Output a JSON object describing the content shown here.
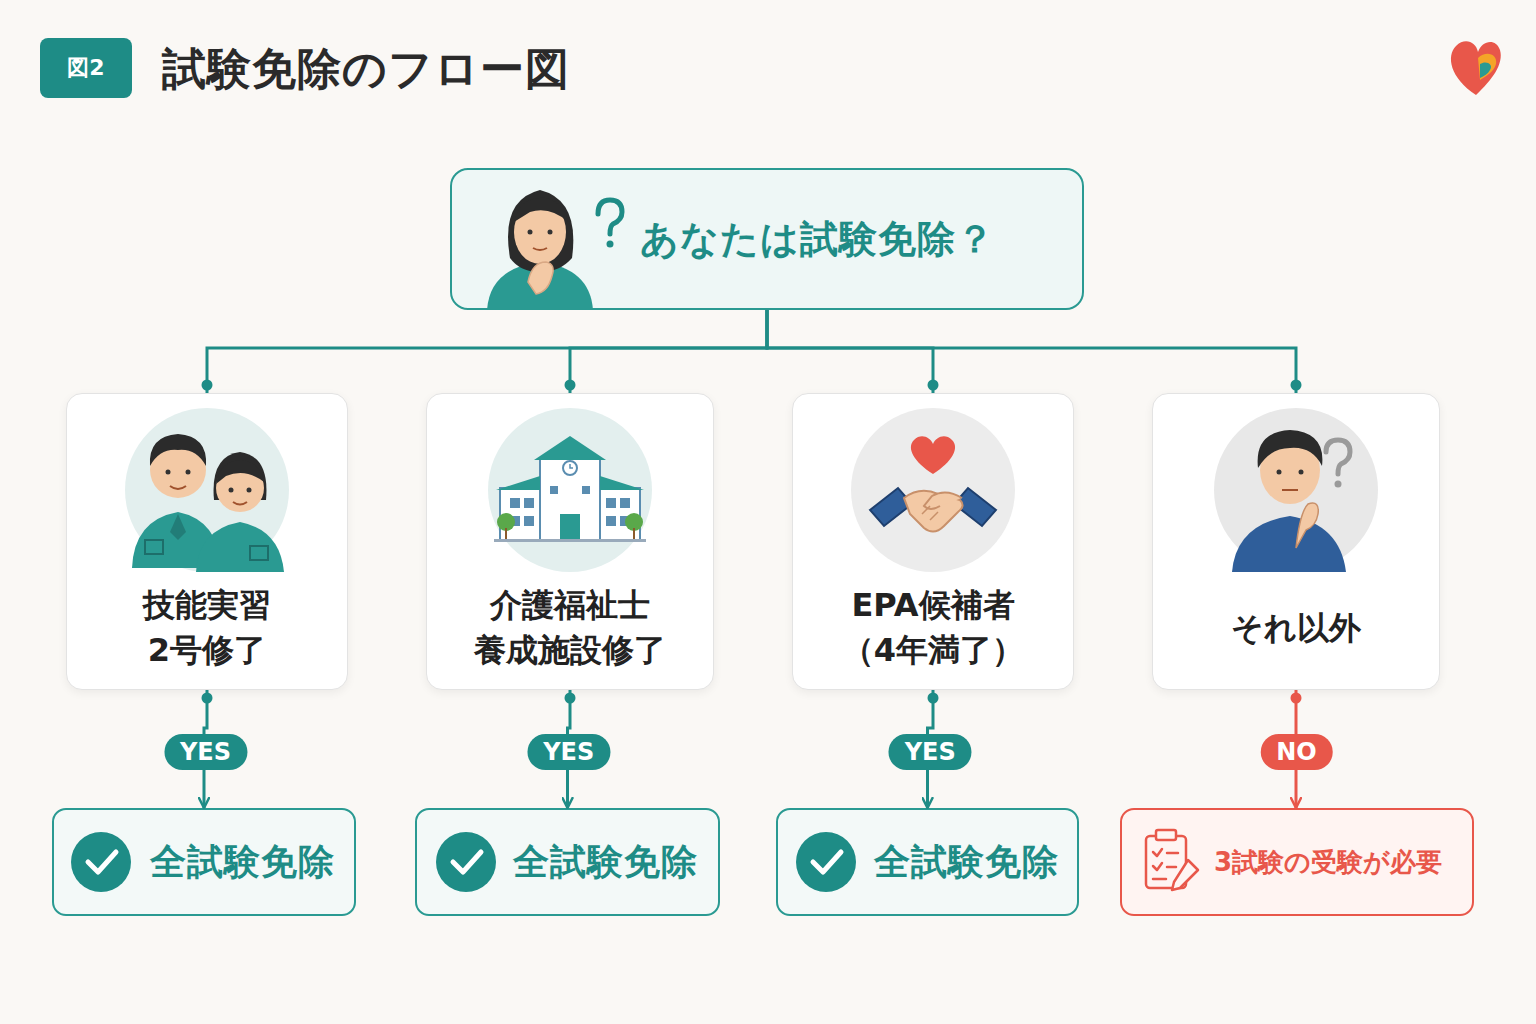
{
  "diagram": {
    "title": "試験免除のフロー図",
    "nodes": [
      {
        "text": [
          "図2"
        ]
      },
      {
        "text": [
          "あなたは試験免除？"
        ]
      },
      {
        "text": [
          "技能実習 2号修了"
        ]
      },
      {
        "text": [
          "介護福祉士 養成施設修了"
        ]
      },
      {
        "text": [
          "EPA候補者 （4年満了）"
        ]
      },
      {
        "text": [
          "それ以外"
        ]
      },
      {
        "text": [
          "全試験免除"
        ]
      },
      {
        "text": [
          "全試験免除"
        ]
      },
      {
        "text": [
          "全試験免除"
        ]
      },
      {
        "text": [
          "3試験の受験が必要"
        ]
      }
    ],
    "edges": [
      {
        "from": 1,
        "to": 2,
        "arrow": "none"
      },
      {
        "from": 1,
        "to": 3,
        "arrow": "none"
      },
      {
        "from": 1,
        "to": 4,
        "arrow": "none"
      },
      {
        "from": 1,
        "to": 5,
        "arrow": "none"
      },
      {
        "from": 2,
        "to": 6,
        "label": "YES",
        "arrow": "to"
      },
      {
        "from": 3,
        "to": 7,
        "label": "YES",
        "arrow": "to"
      },
      {
        "from": 4,
        "to": 8,
        "label": "YES",
        "arrow": "to"
      },
      {
        "from": 5,
        "to": 9,
        "label": "NO",
        "arrow": "to"
      }
    ]
  }
}
